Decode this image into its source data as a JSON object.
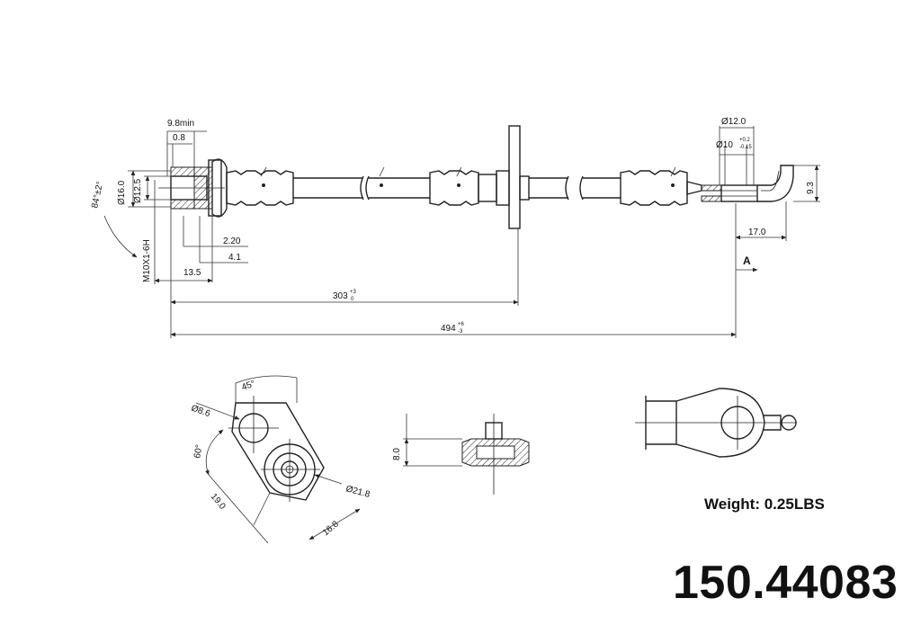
{
  "part_number": "150.44083",
  "weight_label": "Weight: 0.25LBS",
  "dimensions": {
    "min_length": "9.8min",
    "d_0_8": "0.8",
    "angle_84": "84°±2°",
    "dia_16": "Ø16.0",
    "dia_12_5": "Ø12.5",
    "thread": "M10X1-6H",
    "d_2_20": "2.20",
    "d_4_1": "4.1",
    "d_13_5": "13.5",
    "len_303": "303",
    "len_303_tol_upper": "+3",
    "len_303_tol_lower": "0",
    "len_494": "494",
    "len_494_tol_upper": "+6",
    "len_494_tol_lower": "-3",
    "dia_12_0": "Ø12.0",
    "dia_10": "Ø10",
    "dia_10_tol_upper": "+0.2",
    "dia_10_tol_lower": "-0.15",
    "d_9_3": "9.3",
    "d_17_0": "17.0",
    "view_a": "A",
    "angle_45": "45°",
    "dia_8_6": "Ø8.6",
    "angle_60": "60°",
    "d_19_0": "19.0",
    "dia_21_8": "Ø21.8",
    "d_16_8": "16.8",
    "d_8_0": "8.0"
  }
}
